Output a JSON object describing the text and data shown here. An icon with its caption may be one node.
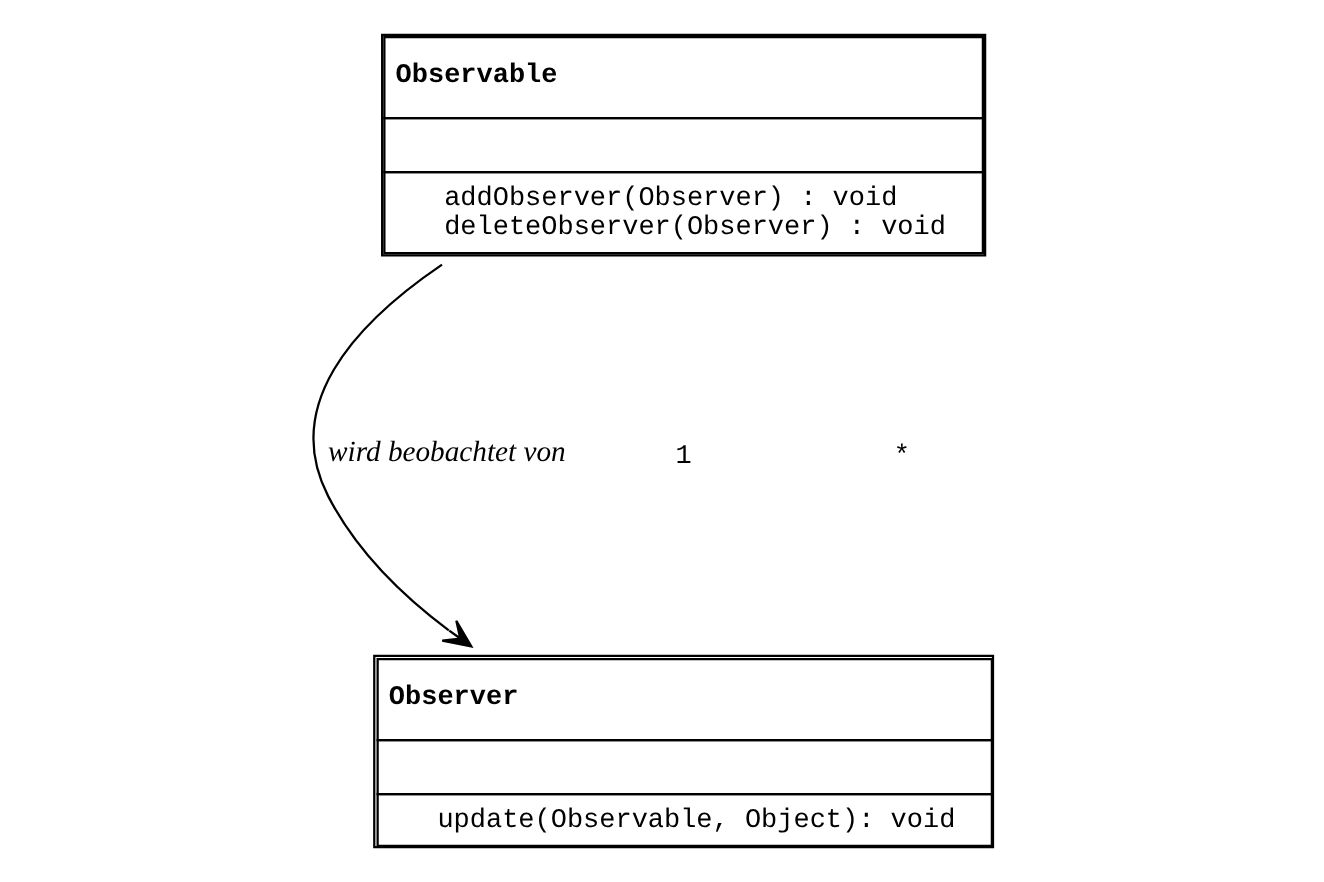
{
  "diagram": {
    "nodes": [
      {
        "text": [
          "Observable",
          "addObserver(Observer) : void",
          "deleteObserver(Observer) : void"
        ]
      },
      {
        "text": [
          "Observer",
          "update(Observable, Object): void"
        ]
      }
    ],
    "edges": [
      {
        "from": 0,
        "to": 1,
        "arrow": "to",
        "label": "wird beobachtet von"
      }
    ],
    "labels": [
      "1",
      "*"
    ]
  }
}
